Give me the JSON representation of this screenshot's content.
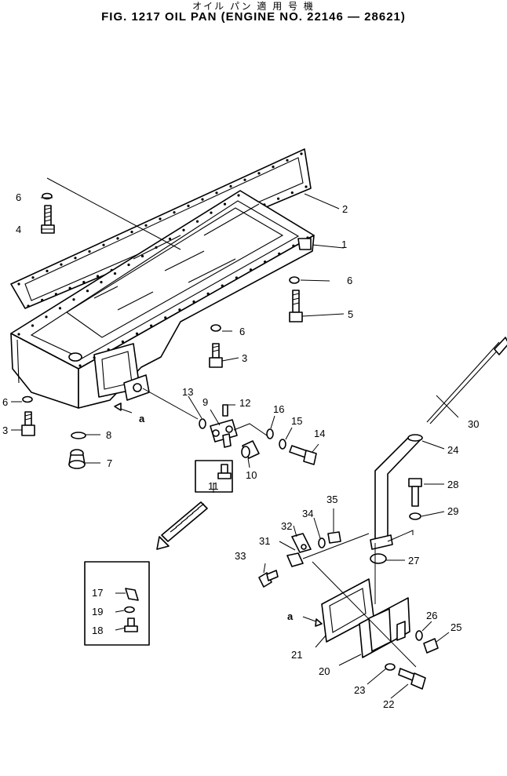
{
  "header": {
    "subtitle_jp": "オイル パン   適 用 号 機",
    "title": "FIG. 1217  OIL  PAN  (ENGINE  NO.  22146 — 28621)"
  },
  "callouts": [
    {
      "id": "c1",
      "text": "1"
    },
    {
      "id": "c2",
      "text": "2"
    },
    {
      "id": "c3a",
      "text": "3"
    },
    {
      "id": "c3b",
      "text": "3"
    },
    {
      "id": "c4",
      "text": "4"
    },
    {
      "id": "c5",
      "text": "5"
    },
    {
      "id": "c6a",
      "text": "6"
    },
    {
      "id": "c6b",
      "text": "6"
    },
    {
      "id": "c6c",
      "text": "6"
    },
    {
      "id": "c6d",
      "text": "6"
    },
    {
      "id": "c7",
      "text": "7"
    },
    {
      "id": "c8",
      "text": "8"
    },
    {
      "id": "c9",
      "text": "9"
    },
    {
      "id": "c10",
      "text": "10"
    },
    {
      "id": "c11",
      "text": "11"
    },
    {
      "id": "c12",
      "text": "12"
    },
    {
      "id": "c13",
      "text": "13"
    },
    {
      "id": "c14",
      "text": "14"
    },
    {
      "id": "c15",
      "text": "15"
    },
    {
      "id": "c16",
      "text": "16"
    },
    {
      "id": "c17",
      "text": "17"
    },
    {
      "id": "c18",
      "text": "18"
    },
    {
      "id": "c19",
      "text": "19"
    },
    {
      "id": "c20",
      "text": "20"
    },
    {
      "id": "c21",
      "text": "21"
    },
    {
      "id": "c22",
      "text": "22"
    },
    {
      "id": "c23",
      "text": "23"
    },
    {
      "id": "c24",
      "text": "24"
    },
    {
      "id": "c25",
      "text": "25"
    },
    {
      "id": "c26",
      "text": "26"
    },
    {
      "id": "c27",
      "text": "27"
    },
    {
      "id": "c28",
      "text": "28"
    },
    {
      "id": "c29",
      "text": "29"
    },
    {
      "id": "c30",
      "text": "30"
    },
    {
      "id": "c31",
      "text": "31"
    },
    {
      "id": "c32",
      "text": "32"
    },
    {
      "id": "c33",
      "text": "33"
    },
    {
      "id": "c34",
      "text": "34"
    },
    {
      "id": "c35",
      "text": "35"
    },
    {
      "id": "ref_a1",
      "text": "a"
    },
    {
      "id": "ref_a2",
      "text": "a"
    }
  ]
}
